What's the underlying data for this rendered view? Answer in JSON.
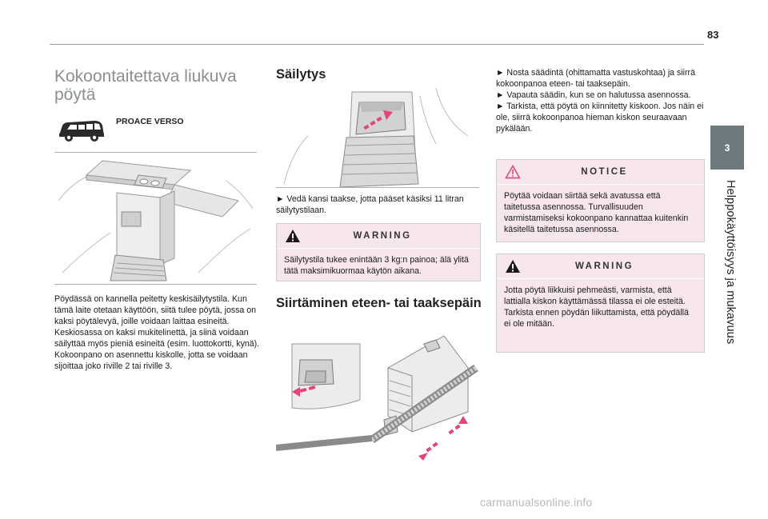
{
  "page": {
    "number": "83"
  },
  "side_tab": {
    "number": "3",
    "title": "Helppokäyttöisyys ja mukavuus"
  },
  "left_column": {
    "title": "Kokoontaitettava liukuva pöytä",
    "vehicle_label": "PROACE VERSO",
    "body": "Pöydässä on kannella peitetty keskisäilytystila. Kun tämä laite otetaan käyttöön, siitä tulee pöytä, jossa on kaksi pöytälevyä, joille voidaan laittaa esineitä. Keskiosassa on kaksi mukitelinettä, ja siinä voidaan säilyttää myös pieniä esineitä (esim. luottokortti, kynä). Kokoonpano on asennettu kiskolle, jotta se voidaan sijoittaa joko riville 2 tai riville 3."
  },
  "middle_column": {
    "heading_storage": "Säilytys",
    "storage_instruction": "► Vedä kansi taakse, jotta pääset käsiksi 11 litran säilytystilaan.",
    "warning_1": {
      "label": "WARNING",
      "text": "Säilytystila tukee enintään 3 kg:n painoa; älä ylitä tätä maksimikuormaa käytön aikana."
    },
    "heading_move": "Siirtäminen eteen- tai taaksepäin"
  },
  "right_column": {
    "instructions": [
      "► Nosta säädintä (ohittamatta vastuskohtaa) ja siirrä kokoonpanoa eteen- tai taaksepäin.",
      "► Vapauta säädin, kun se on halutussa asennossa.",
      "► Tarkista, että pöytä on kiinnitetty kiskoon. Jos näin ei ole, siirrä kokoonpanoa hieman kiskon seuraavaan pykälään."
    ],
    "notice": {
      "label": "NOTICE",
      "text": "Pöytää voidaan siirtää sekä avatussa että taitetussa asennossa. Turvallisuuden varmistamiseksi kokoonpano kannattaa kuitenkin käsitellä taitetussa asennossa."
    },
    "warning_2": {
      "label": "WARNING",
      "text_1": "Jotta pöytä liikkuisi pehmeästi, varmista, että lattialla kiskon käyttämässä tilassa ei ole esteitä.",
      "text_2": "Tarkista ennen pöydän liikuttamista, että pöydällä ei ole mitään."
    }
  },
  "footer": {
    "watermark": "carmanualsonline.info"
  },
  "colors": {
    "accent_pink": "#e0457b",
    "box_bg": "#f7e6ee",
    "tab_bg": "#6c7a7e",
    "title_gray": "#8a8f93"
  }
}
